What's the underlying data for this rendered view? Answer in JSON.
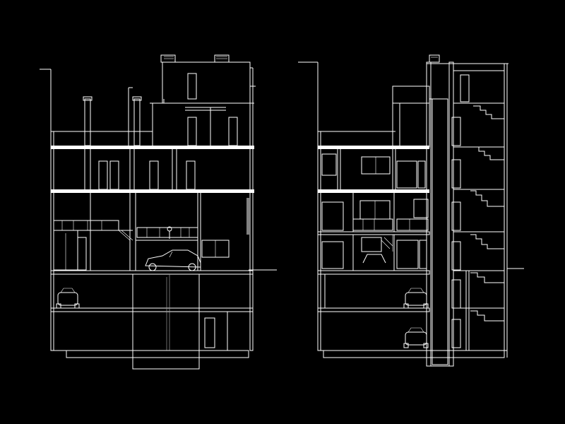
{
  "drawing": {
    "background": "#000000",
    "line_color": "#ffffff",
    "secondary_line_color": "#9a9a9a",
    "views": [
      {
        "id": "section-left",
        "levels": [
          "basement-2",
          "basement-1",
          "ground",
          "floor-1",
          "roof-terrace",
          "penthouse"
        ]
      },
      {
        "id": "section-right",
        "levels": [
          "basement-2",
          "basement-1",
          "ground",
          "mezzanine",
          "floor-1",
          "roof"
        ]
      }
    ],
    "icons": [
      "car-icon",
      "door-icon",
      "stair-icon",
      "railing-icon",
      "chimney-icon",
      "person-icon"
    ]
  }
}
